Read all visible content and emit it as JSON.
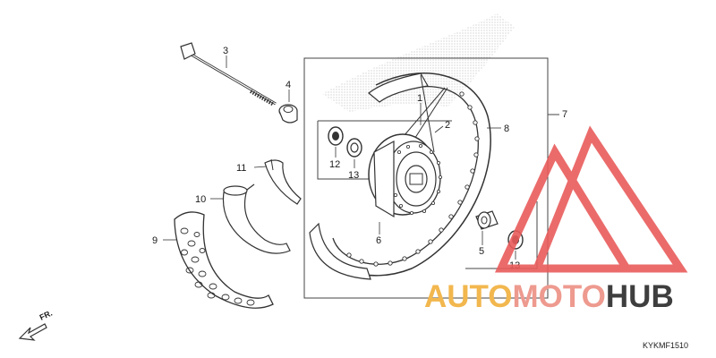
{
  "callouts": {
    "c1": "1",
    "c2": "2",
    "c3": "3",
    "c4": "4",
    "c5": "5",
    "c6": "6",
    "c7": "7",
    "c8": "8",
    "c9": "9",
    "c10": "10",
    "c11": "11",
    "c12": "12",
    "c13a": "13",
    "c13b": "13"
  },
  "direction_label": "FR.",
  "diagram_code": "KYKMF1510",
  "watermark": {
    "part1": "AUTO",
    "part2": "MOTO",
    "part3": "HUB",
    "colors": {
      "auto": "#f2b74e",
      "moto": "#ee9a8f",
      "hub": "#3e3e3e",
      "logo": "#e95b5b"
    }
  }
}
